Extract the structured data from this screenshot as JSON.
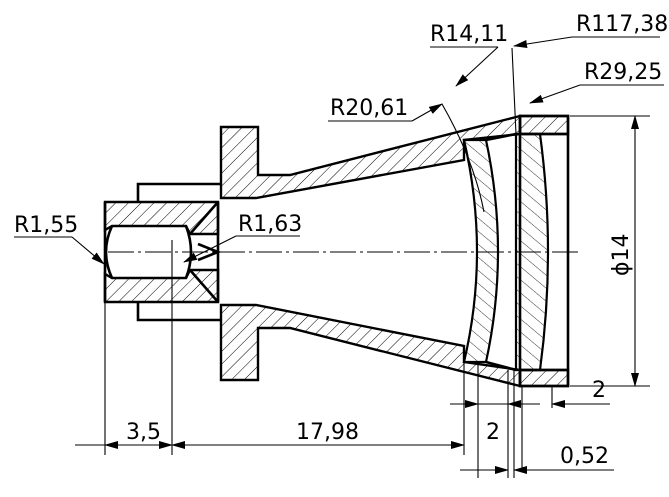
{
  "drawing": {
    "radius_labels": {
      "r_1_55": "R1,55",
      "r_1_63": "R1,63",
      "r_20_61": "R20,61",
      "r_14_11": "R14,11",
      "r_117_38": "R117,38",
      "r_29_25": "R29,25"
    },
    "diameter_label": "ϕ14",
    "linear_dimensions": {
      "d_3_5": "3,5",
      "d_17_98": "17,98",
      "d_2_bottom": "2",
      "d_2_right": "2",
      "d_0_52": "0,52"
    }
  }
}
